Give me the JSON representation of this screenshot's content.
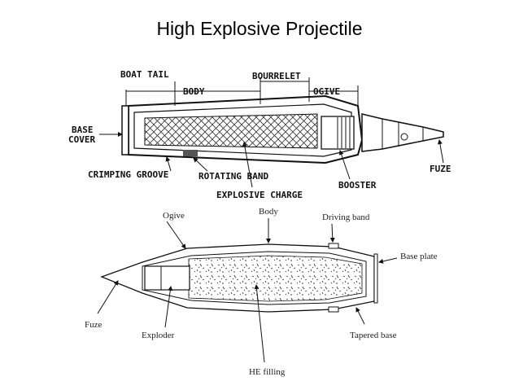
{
  "title": "High Explosive Projectile",
  "diagram1": {
    "labels": {
      "boat_tail": "BOAT TAIL",
      "body": "BODY",
      "bourrelet": "BOURRELET",
      "ogive": "OGIVE",
      "base_cover_1": "BASE",
      "base_cover_2": "COVER",
      "crimping_groove": "CRIMPING GROOVE",
      "rotating_band": "ROTATING BAND",
      "explosive_charge": "EXPLOSIVE CHARGE",
      "booster": "BOOSTER",
      "fuze": "FUZE"
    }
  },
  "diagram2": {
    "labels": {
      "ogive": "Ogive",
      "body": "Body",
      "driving_band": "Driving band",
      "base_plate": "Base plate",
      "fuze": "Fuze",
      "exploder": "Exploder",
      "tapered_base": "Tapered base",
      "he_filling": "HE filling"
    }
  }
}
